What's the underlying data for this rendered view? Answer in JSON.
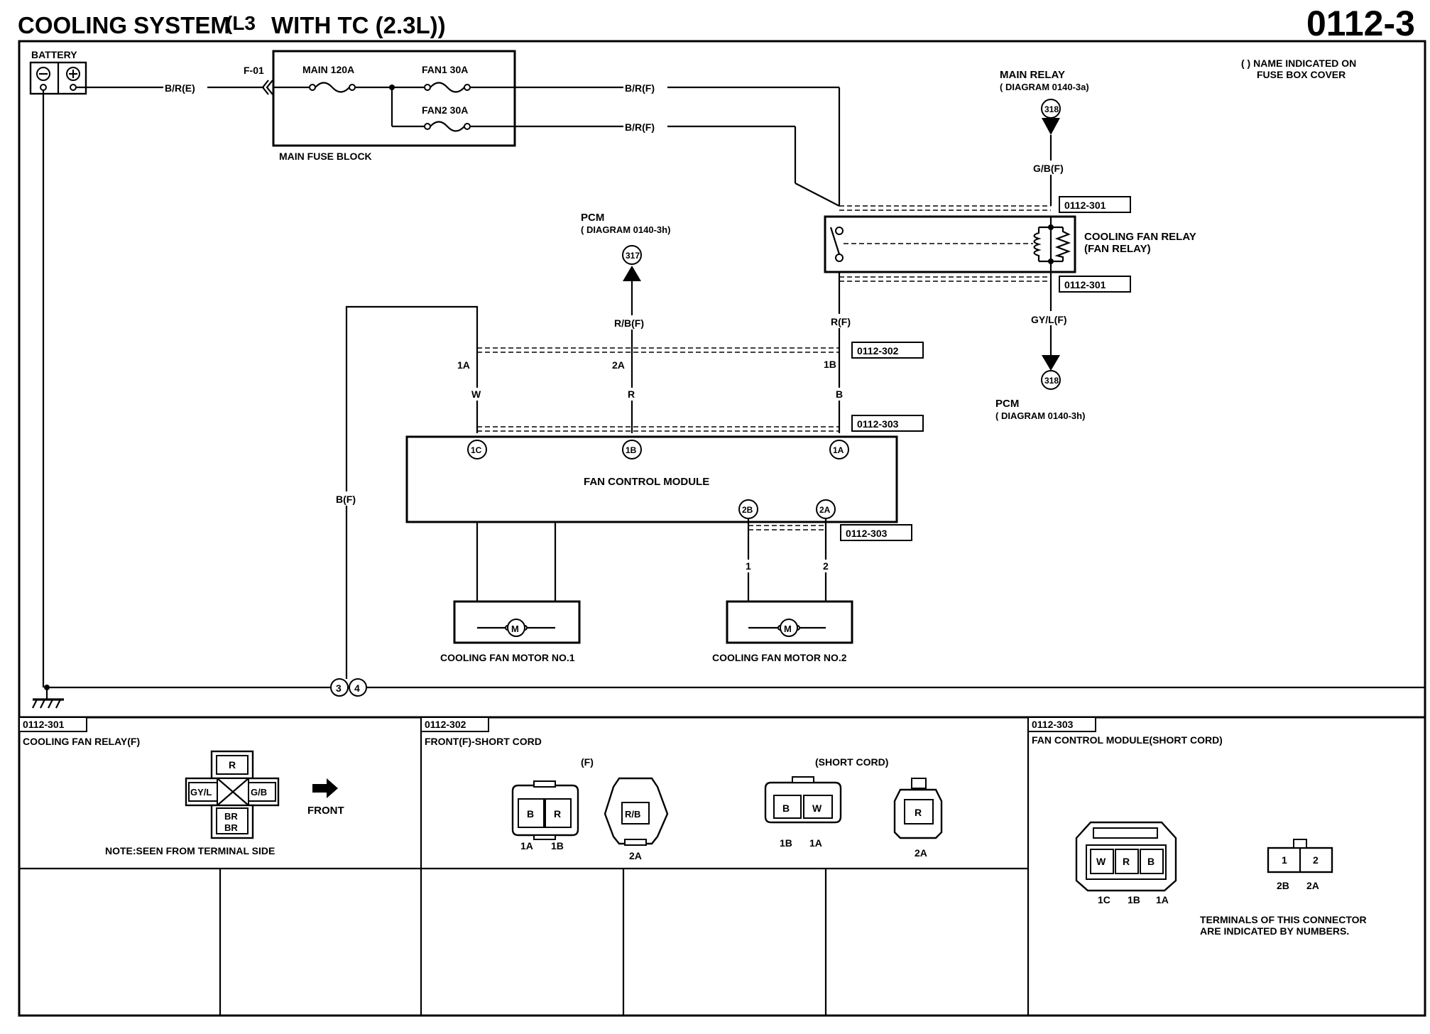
{
  "header": {
    "title_a": "COOLING SYSTEM",
    "title_b": "(L3",
    "title_c": "WITH TC (2.3L))",
    "page_number": "0112-3"
  },
  "note": {
    "line1": "( ) NAME INDICATED ON",
    "line2": "FUSE BOX COVER"
  },
  "battery": {
    "label": "BATTERY",
    "neg": "⊖",
    "pos": "⊕"
  },
  "fuse_block": {
    "label": "MAIN FUSE BLOCK",
    "f01": "F-01",
    "main": "MAIN 120A",
    "fan1": "FAN1 30A",
    "fan2": "FAN2 30A"
  },
  "wires": {
    "bre": "B/R(E)",
    "brf1": "B/R(F)",
    "brf2": "B/R(F)",
    "gbf": "G/B(F)",
    "gylf": "GY/L(F)",
    "rbf": "R/B(F)",
    "rf": "R(F)",
    "bf": "B(F)",
    "w": "W",
    "r": "R",
    "b": "B",
    "one": "1",
    "two": "2"
  },
  "main_relay": {
    "label": "MAIN RELAY",
    "sub": "( DIAGRAM 0140-3a)",
    "pin": "318"
  },
  "pcm_top": {
    "label": "PCM",
    "sub": "( DIAGRAM 0140-3h)",
    "pin": "317"
  },
  "pcm_right": {
    "label": "PCM",
    "sub": "( DIAGRAM 0140-3h)",
    "pin": "318"
  },
  "relay": {
    "label1": "COOLING FAN RELAY",
    "label2": "(FAN RELAY)"
  },
  "refs": {
    "r301a": "0112-301",
    "r301b": "0112-301",
    "r302": "0112-302",
    "r303a": "0112-303",
    "r303b": "0112-303"
  },
  "pins": {
    "p1a": "1A",
    "p2a": "2A",
    "p1b": "1B",
    "m1c": "1C",
    "m1b": "1B",
    "m1a": "1A",
    "m2b": "2B",
    "m2a": "2A"
  },
  "fcm": {
    "label": "FAN CONTROL MODULE"
  },
  "motors": {
    "m1": "COOLING FAN MOTOR NO.1",
    "m2": "COOLING FAN MOTOR NO.2",
    "sym": "M"
  },
  "ground": {
    "j3": "3",
    "j4": "4"
  },
  "bottom": {
    "c301": {
      "ref": "0112-301",
      "title": "COOLING FAN RELAY(F)",
      "top": "R",
      "left": "GY/L",
      "right": "G/B",
      "bottom1": "BR",
      "bottom2": "BR",
      "front": "FRONT",
      "note": "NOTE:SEEN FROM TERMINAL SIDE"
    },
    "c302": {
      "ref": "0112-302",
      "title": "FRONT(F)-SHORT CORD",
      "f_label": "(F)",
      "sc_label": "(SHORT CORD)",
      "f_b": "B",
      "f_r": "R",
      "f_1a": "1A",
      "f_1b": "1B",
      "f_rb": "R/B",
      "f_2a": "2A",
      "s_b": "B",
      "s_w": "W",
      "s_1b": "1B",
      "s_1a": "1A",
      "s_r": "R",
      "s_2a": "2A"
    },
    "c303": {
      "ref": "0112-303",
      "title": "FAN CONTROL MODULE(SHORT CORD)",
      "w": "W",
      "r": "R",
      "b": "B",
      "p1c": "1C",
      "p1b": "1B",
      "p1a": "1A",
      "n1": "1",
      "n2": "2",
      "p2b": "2B",
      "p2a": "2A",
      "note1": "TERMINALS OF THIS CONNECTOR",
      "note2": "ARE INDICATED BY NUMBERS."
    }
  }
}
